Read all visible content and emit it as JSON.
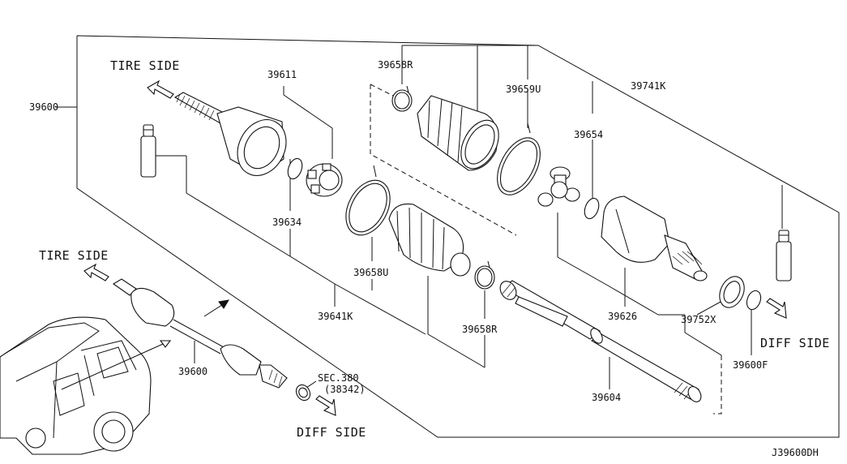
{
  "diagram_code": "J39600DH",
  "side_labels": {
    "tire_upper": "TIRE SIDE",
    "tire_lower": "TIRE SIDE",
    "diff_upper": "DIFF SIDE",
    "diff_lower": "DIFF SIDE"
  },
  "parts": {
    "p39600_main": "39600",
    "p39611": "39611",
    "p39658R_top": "39658R",
    "p39659U": "39659U",
    "p39741K": "39741K",
    "p39654": "39654",
    "p39634": "39634",
    "p39658U": "39658U",
    "p39641K": "39641K",
    "p39658R_bottom": "39658R",
    "p39626": "39626",
    "p39752X": "39752X",
    "p39600F": "39600F",
    "p39604": "39604",
    "p39600_lower": "39600"
  },
  "sec_ref": {
    "line1": "SEC.380",
    "line2": "(38342)"
  },
  "icons": [
    "arrow-tire-side-icon",
    "arrow-diff-side-icon",
    "vehicle-icon"
  ]
}
